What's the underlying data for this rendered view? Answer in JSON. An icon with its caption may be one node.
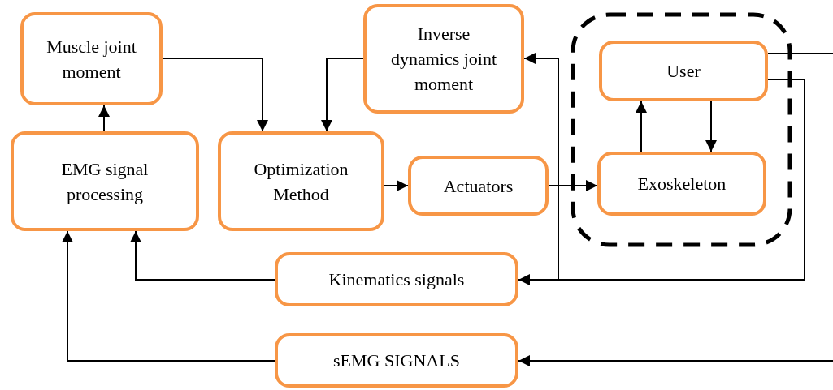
{
  "diagram": {
    "nodes": [
      {
        "text": [
          "Muscle joint moment"
        ]
      },
      {
        "text": [
          "Inverse dynamics joint moment"
        ]
      },
      {
        "text": [],
        "shape": "box"
      },
      {
        "text": [
          "User"
        ],
        "in": 2
      },
      {
        "text": [
          "EMG signal processing"
        ]
      },
      {
        "text": [
          "Optimization Method"
        ]
      },
      {
        "text": [
          "Actuators"
        ]
      },
      {
        "text": [
          "Exoskeleton"
        ],
        "in": 2
      },
      {
        "text": [
          "Kinematics signals"
        ]
      },
      {
        "text": [
          "sEMG SIGNALS"
        ]
      }
    ],
    "edges": [
      {
        "from": 4,
        "to": 0,
        "arrow": "to"
      },
      {
        "from": 0,
        "to": 5,
        "arrow": "to"
      },
      {
        "from": 1,
        "to": 5,
        "arrow": "to"
      },
      {
        "from": 5,
        "to": 6,
        "arrow": "to"
      },
      {
        "from": 6,
        "to": 7,
        "arrow": "to"
      },
      {
        "from": 7,
        "to": 3,
        "arrow": "to"
      },
      {
        "from": 3,
        "to": 7,
        "arrow": "to"
      },
      {
        "from": 3,
        "to": null,
        "arrow": "none"
      },
      {
        "from": 3,
        "to": 8,
        "arrow": "to"
      },
      {
        "from": 3,
        "to": 1,
        "arrow": "to"
      },
      {
        "from": 8,
        "to": 4,
        "arrow": "to"
      },
      {
        "from": null,
        "to": 9,
        "arrow": "to"
      },
      {
        "from": 9,
        "to": 4,
        "arrow": "to"
      }
    ]
  }
}
